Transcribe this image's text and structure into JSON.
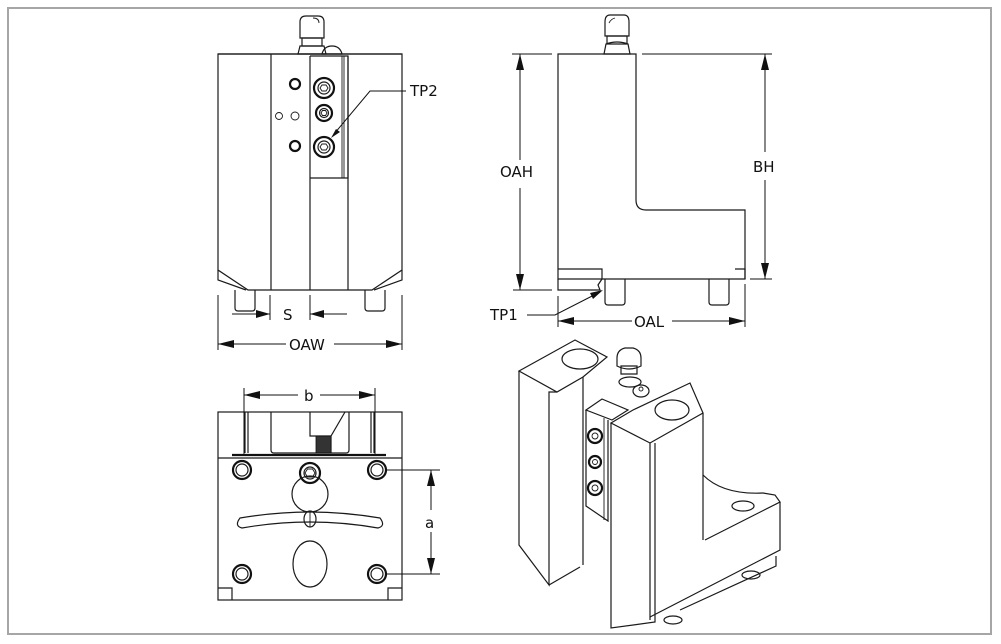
{
  "drawing": {
    "labels": {
      "tp2": "TP2",
      "tp1": "TP1",
      "s": "S",
      "oaw": "OAW",
      "oah": "OAH",
      "bh": "BH",
      "oal": "OAL",
      "b": "b",
      "a": "a"
    },
    "colors": {
      "frame": "#a6a6a6",
      "line": "#1a1a1a",
      "background": "#ffffff"
    }
  }
}
